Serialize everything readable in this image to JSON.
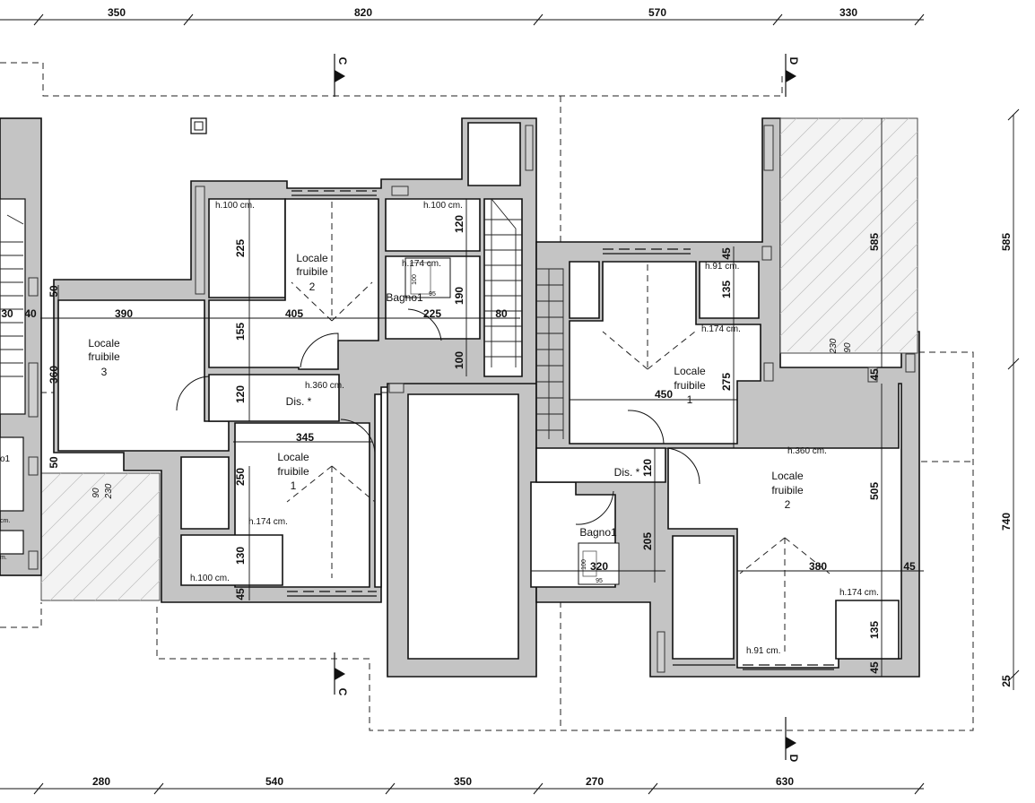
{
  "dimensions": {
    "top": [
      "350",
      "820",
      "570",
      "330"
    ],
    "bottom": [
      "280",
      "540",
      "350",
      "270",
      "630"
    ],
    "right": [
      "585",
      "740",
      "25"
    ],
    "interior": [
      "390",
      "405",
      "225",
      "80",
      "40",
      "30",
      "345",
      "225",
      "155",
      "120",
      "50",
      "360",
      "50",
      "250",
      "130",
      "45",
      "120",
      "190",
      "100",
      "135",
      "275",
      "450",
      "45",
      "585",
      "505",
      "205",
      "320",
      "380",
      "45",
      "45",
      "135",
      "45",
      "120"
    ]
  },
  "heights": {
    "h100_a": "h.100 cm.",
    "h100_b": "h.100 cm.",
    "h100_c": "h.100 cm.",
    "h174_a": "h.174 cm.",
    "h174_b": "h.174 cm.",
    "h174_c": "h.174 cm.",
    "h174_d": "h.174 cm.",
    "h91_a": "h.91 cm.",
    "h91_b": "h.91 cm.",
    "h360_a": "h.360 cm.",
    "h360_b": "h.360 cm."
  },
  "rooms": {
    "left_r2": {
      "line1": "Locale",
      "line2": "fruibile",
      "line3": "2"
    },
    "left_r3": {
      "line1": "Locale",
      "line2": "fruibile",
      "line3": "3"
    },
    "left_r1": {
      "line1": "Locale",
      "line2": "fruibile",
      "line3": "1"
    },
    "left_bath": "Bagno1",
    "left_dis": "Dis. *",
    "right_r1": {
      "line1": "Locale",
      "line2": "fruibile",
      "line3": "1"
    },
    "right_r2": {
      "line1": "Locale",
      "line2": "fruibile",
      "line3": "2"
    },
    "right_bath": "Bagno1",
    "right_dis": "Dis. *"
  },
  "fixtures": {
    "f100": "100",
    "f95a": "95",
    "f95b": "95",
    "f100b": "100",
    "w90a": "90",
    "w230a": "230",
    "w90b": "90",
    "w230b": "230"
  },
  "sections": {
    "c_top": "C",
    "c_bottom": "C",
    "d_top": "D",
    "d_bottom": "D"
  },
  "partial_left": {
    "a": "30",
    "b": "o1",
    "c": "cm.",
    "d": "m."
  }
}
